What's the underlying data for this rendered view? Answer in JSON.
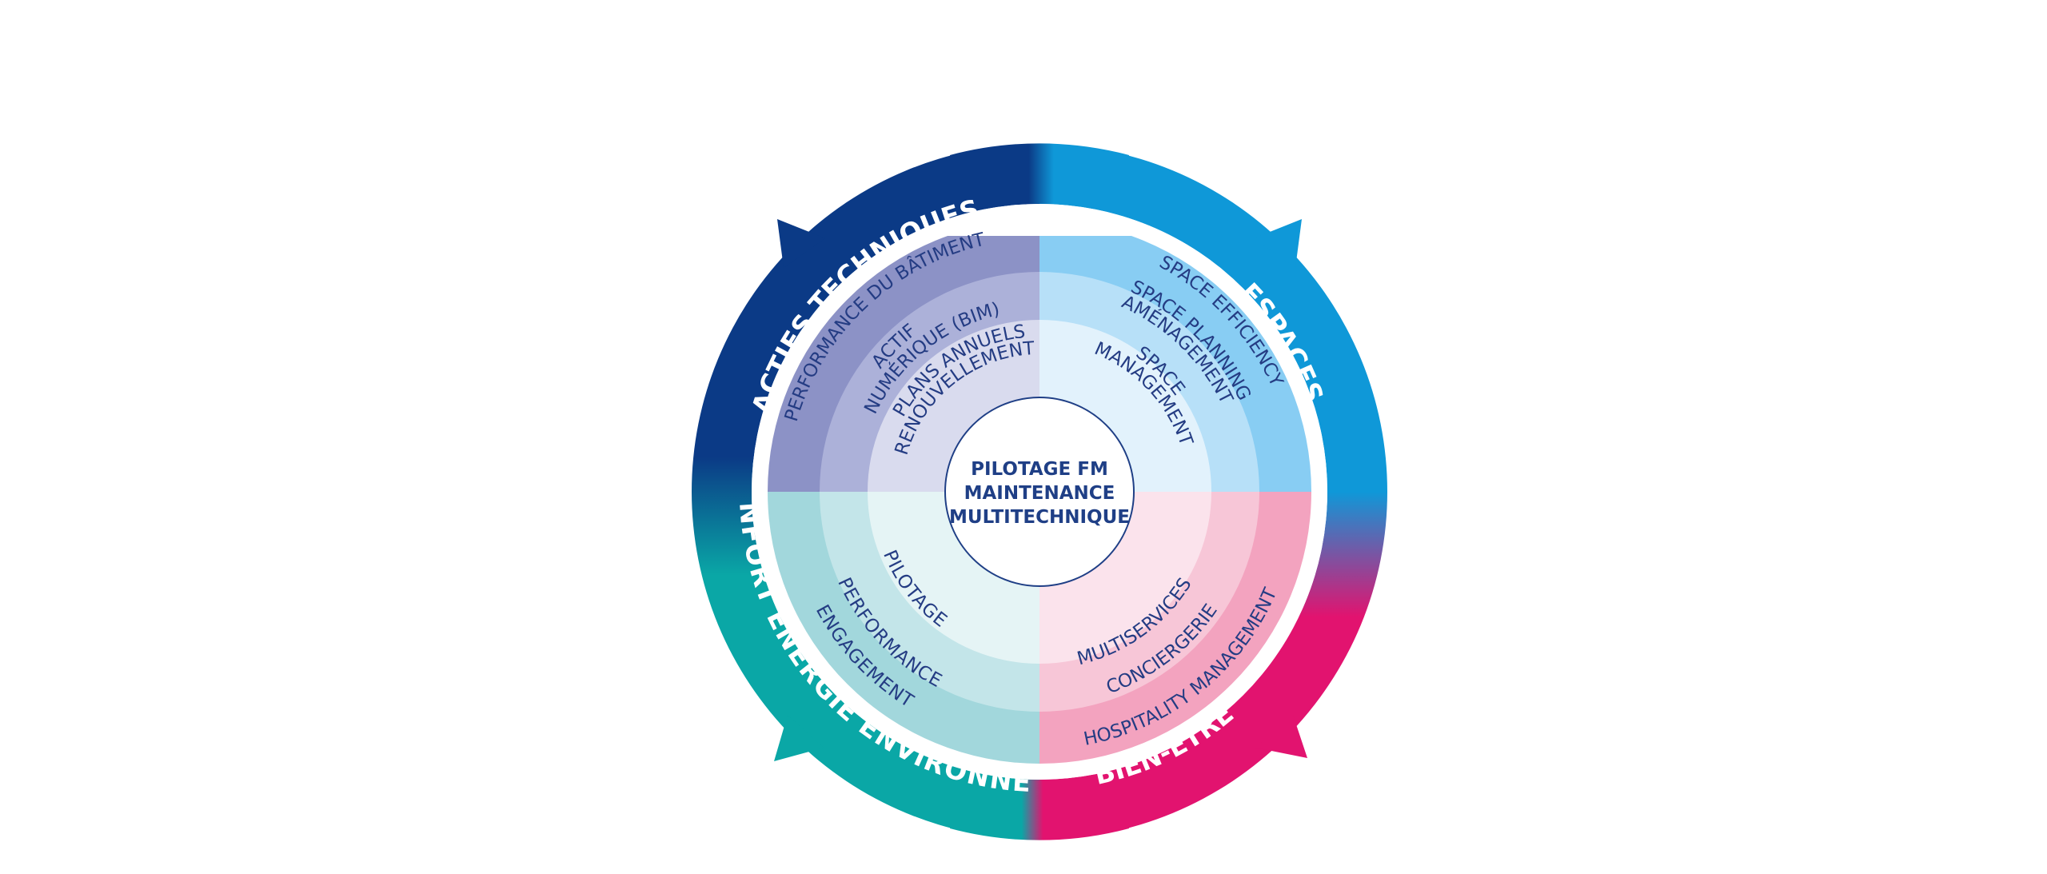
{
  "center": {
    "lines": [
      "PILOTAGE FM",
      "MAINTENANCE",
      "MULTITECHNIQUE"
    ]
  },
  "outer_ring": {
    "actifs_techniques": "ACTIFS TECHNIQUES",
    "espaces": "ESPACES",
    "confort": "CONFORT ÉNERGIE ENVIRONNEMENT",
    "bien_etre": "BIEN-ÊTRE"
  },
  "quadrants": {
    "top_left": {
      "outer": "PERFORMANCE DU BÂTIMENT",
      "middle_1": "ACTIF",
      "middle_2": "NUMÉRIQUE (BIM)",
      "inner_1": "PLANS ANNUELS",
      "inner_2": "RENOUVELLEMENTS"
    },
    "top_right": {
      "outer": "SPACE EFFICIENCY",
      "middle_1": "SPACE PLANNING",
      "middle_2": "AMÉNAGEMENT",
      "inner_1": "SPACE",
      "inner_2": "MANAGEMENT"
    },
    "bottom_left": {
      "outer": "ENGAGEMENT",
      "middle": "PERFORMANCE",
      "inner": "PILOTAGE"
    },
    "bottom_right": {
      "outer": "HOSPITALITY MANAGEMENT",
      "middle": "CONCIERGERIE",
      "inner": "MULTISERVICES"
    }
  },
  "colors": {
    "navy": "#0b3a86",
    "blue": "#0f98d8",
    "teal": "#0aa7a6",
    "pink": "#e2136f",
    "text_dark": "#243c83"
  }
}
